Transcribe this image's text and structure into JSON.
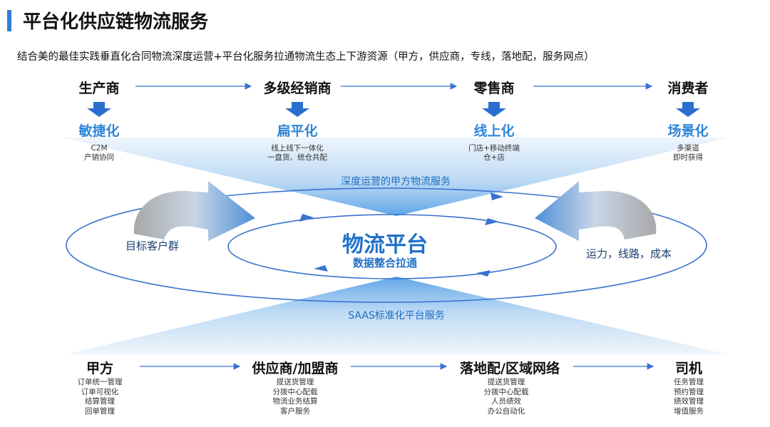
{
  "title": "平台化供应链物流服务",
  "subtitle": "结合美的最佳实践垂直化合同物流深度运营+平台化服务拉通物流生态上下游资源（甲方，供应商，专线，落地配，服务网点）",
  "top_stages": [
    {
      "label": "生产商",
      "trait": "敏捷化",
      "notes": [
        "C2M",
        "产销协同"
      ]
    },
    {
      "label": "多级经销商",
      "trait": "扁平化",
      "notes": [
        "线上线下一体化",
        "一盘货、统仓共配"
      ]
    },
    {
      "label": "零售商",
      "trait": "线上化",
      "notes": [
        "门店+移动终端",
        "仓+店"
      ]
    },
    {
      "label": "消费者",
      "trait": "场景化",
      "notes": [
        "多渠道",
        "即时获得"
      ]
    }
  ],
  "top_service": "深度运营的甲方物流服务",
  "center_main": "物流平台",
  "center_sub": "数据整合拉通",
  "left_label": "目标客户群",
  "right_label": "运力，线路，成本",
  "bottom_service": "SAAS标准化平台服务",
  "bottom_stages": [
    {
      "label": "甲方",
      "notes": [
        "订单统一管理",
        "订单可视化",
        "结算管理",
        "回单管理"
      ]
    },
    {
      "label": "供应商/加盟商",
      "notes": [
        "提送货管理",
        "分拨中心配载",
        "物流业务结算",
        "客户服务"
      ]
    },
    {
      "label": "落地配/区域网络",
      "notes": [
        "提送货管理",
        "分拨中心配载",
        "人员绩效",
        "办公自动化"
      ]
    },
    {
      "label": "司机",
      "notes": [
        "任务管理",
        "预约管理",
        "绩效管理",
        "增值服务"
      ]
    }
  ],
  "colors": {
    "accent": "#2f7fd6",
    "trait_blue": "#2f86d8",
    "platform_blue": "#2172c8",
    "ellipse_blue": "#3a72d0",
    "funnel_light": "#dbeaf8",
    "funnel_mid": "#8fc0ec"
  }
}
